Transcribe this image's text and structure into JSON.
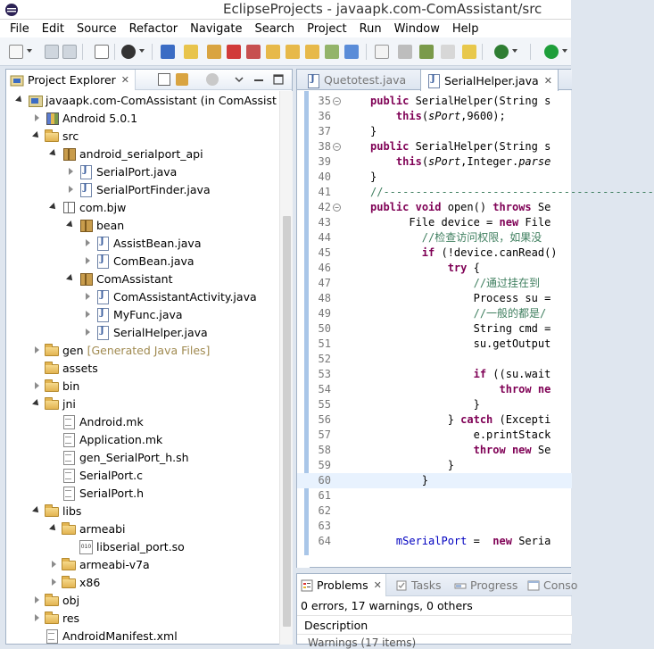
{
  "window": {
    "title": "EclipseProjects - javaapk.com-ComAssistant/src"
  },
  "menu": [
    "File",
    "Edit",
    "Source",
    "Refactor",
    "Navigate",
    "Search",
    "Project",
    "Run",
    "Window",
    "Help"
  ],
  "explorer": {
    "tab_label": "Project Explorer",
    "tab_close": "✕",
    "rows": [
      {
        "label": "javaapk.com-ComAssistant (in ComAssist",
        "icon": "project-icon",
        "depth": 1,
        "twisty": "open"
      },
      {
        "label": "Android 5.0.1",
        "icon": "library-icon",
        "depth": 2,
        "twisty": "closed"
      },
      {
        "label": "src",
        "icon": "folder-icon",
        "depth": 2,
        "twisty": "open"
      },
      {
        "label": "android_serialport_api",
        "icon": "package-icon",
        "depth": 3,
        "twisty": "open"
      },
      {
        "label": "SerialPort.java",
        "icon": "java-file-icon",
        "depth": 4,
        "twisty": "closed"
      },
      {
        "label": "SerialPortFinder.java",
        "icon": "java-file-icon",
        "depth": 4,
        "twisty": "closed"
      },
      {
        "label": "com.bjw",
        "icon": "empty-package-icon",
        "depth": 3,
        "twisty": "open"
      },
      {
        "label": "bean",
        "icon": "package-icon",
        "depth": 4,
        "twisty": "open"
      },
      {
        "label": "AssistBean.java",
        "icon": "java-file-icon",
        "depth": 5,
        "twisty": "closed"
      },
      {
        "label": "ComBean.java",
        "icon": "java-file-icon",
        "depth": 5,
        "twisty": "closed"
      },
      {
        "label": "ComAssistant",
        "icon": "package-icon",
        "depth": 4,
        "twisty": "open"
      },
      {
        "label": "ComAssistantActivity.java",
        "icon": "java-file-icon",
        "depth": 5,
        "twisty": "closed"
      },
      {
        "label": "MyFunc.java",
        "icon": "java-file-icon",
        "depth": 5,
        "twisty": "closed"
      },
      {
        "label": "SerialHelper.java",
        "icon": "java-file-icon",
        "depth": 5,
        "twisty": "closed"
      },
      {
        "label": "gen",
        "suffix": "[Generated Java Files]",
        "icon": "folder-icon",
        "depth": 2,
        "twisty": "closed"
      },
      {
        "label": "assets",
        "icon": "folder-icon",
        "depth": 2,
        "twisty": "none"
      },
      {
        "label": "bin",
        "icon": "folder-icon",
        "depth": 2,
        "twisty": "closed"
      },
      {
        "label": "jni",
        "icon": "folder-icon",
        "depth": 2,
        "twisty": "open"
      },
      {
        "label": "Android.mk",
        "icon": "text-file-icon",
        "depth": 3,
        "twisty": "none"
      },
      {
        "label": "Application.mk",
        "icon": "text-file-icon",
        "depth": 3,
        "twisty": "none"
      },
      {
        "label": "gen_SerialPort_h.sh",
        "icon": "text-file-icon",
        "depth": 3,
        "twisty": "none"
      },
      {
        "label": "SerialPort.c",
        "icon": "text-file-icon",
        "depth": 3,
        "twisty": "none"
      },
      {
        "label": "SerialPort.h",
        "icon": "text-file-icon",
        "depth": 3,
        "twisty": "none"
      },
      {
        "label": "libs",
        "icon": "folder-icon",
        "depth": 2,
        "twisty": "open"
      },
      {
        "label": "armeabi",
        "icon": "folder-icon",
        "depth": 3,
        "twisty": "open"
      },
      {
        "label": "libserial_port.so",
        "icon": "binary-file-icon",
        "depth": 4,
        "twisty": "none"
      },
      {
        "label": "armeabi-v7a",
        "icon": "folder-icon",
        "depth": 3,
        "twisty": "closed"
      },
      {
        "label": "x86",
        "icon": "folder-icon",
        "depth": 3,
        "twisty": "closed"
      },
      {
        "label": "obj",
        "icon": "folder-icon",
        "depth": 2,
        "twisty": "closed"
      },
      {
        "label": "res",
        "icon": "folder-icon",
        "depth": 2,
        "twisty": "closed"
      },
      {
        "label": "AndroidManifest.xml",
        "icon": "xml-file-icon",
        "depth": 2,
        "twisty": "none"
      }
    ]
  },
  "editor": {
    "tabs": [
      {
        "label": "Quetotest.java",
        "active": false
      },
      {
        "label": "SerialHelper.java",
        "active": true,
        "close": "✕"
      }
    ],
    "lines": [
      {
        "n": "35",
        "fold": true,
        "html": "<span class='kw'>public</span> SerialHelper(String s"
      },
      {
        "n": "36",
        "html": "    <span class='kw'>this</span>(<span class='it'>sPort</span>,9600);"
      },
      {
        "n": "37",
        "html": "}"
      },
      {
        "n": "38",
        "fold": true,
        "html": "<span class='kw'>public</span> SerialHelper(String s"
      },
      {
        "n": "39",
        "html": "    <span class='kw'>this</span>(<span class='it'>sPort</span>,Integer.<span class='it'>parse</span>"
      },
      {
        "n": "40",
        "html": "}"
      },
      {
        "n": "41",
        "html": "<span class='cm'>//------------------------------------------</span>"
      },
      {
        "n": "42",
        "fold": true,
        "html": "<span class='kw'>public</span> <span class='kw'>void</span> open() <span class='kw'>throws</span> Se"
      },
      {
        "n": "43",
        "html": "      File device = <span class='kw'>new</span> File"
      },
      {
        "n": "44",
        "html": "        <span class='cm'>//检查访问权限，如果没</span>"
      },
      {
        "n": "45",
        "html": "        <span class='kw'>if</span> (!device.canRead()"
      },
      {
        "n": "46",
        "html": "            <span class='kw'>try</span> {"
      },
      {
        "n": "47",
        "html": "                <span class='cm'>//通过挂在到</span>"
      },
      {
        "n": "48",
        "html": "                Process su ="
      },
      {
        "n": "49",
        "html": "                <span class='cm'>//一般的都是/</span>"
      },
      {
        "n": "50",
        "html": "                String cmd ="
      },
      {
        "n": "51",
        "html": "                su.getOutput"
      },
      {
        "n": "52",
        "html": ""
      },
      {
        "n": "53",
        "html": "                <span class='kw'>if</span> ((su.wait"
      },
      {
        "n": "54",
        "html": "                    <span class='kw'>throw</span> <span class='kw'>ne</span>"
      },
      {
        "n": "55",
        "html": "                }"
      },
      {
        "n": "56",
        "html": "            } <span class='kw'>catch</span> (Excepti"
      },
      {
        "n": "57",
        "html": "                e.printStack"
      },
      {
        "n": "58",
        "html": "                <span class='kw'>throw</span> <span class='kw'>new</span> Se"
      },
      {
        "n": "59",
        "html": "            }"
      },
      {
        "n": "60",
        "current": true,
        "html": "        }"
      },
      {
        "n": "61",
        "html": ""
      },
      {
        "n": "62",
        "html": ""
      },
      {
        "n": "63",
        "html": ""
      },
      {
        "n": "64",
        "html": "    <span class='fld'>mSerialPort</span> =  <span class='kw'>new</span> Seria"
      }
    ]
  },
  "bottom": {
    "tabs": [
      {
        "label": "Problems",
        "active": true,
        "close": "✕"
      },
      {
        "label": "Tasks"
      },
      {
        "label": "Progress"
      },
      {
        "label": "Conso"
      }
    ],
    "summary": "0 errors, 17 warnings, 0 others",
    "column_header": "Description",
    "first_row": "Warnings (17 items)"
  }
}
